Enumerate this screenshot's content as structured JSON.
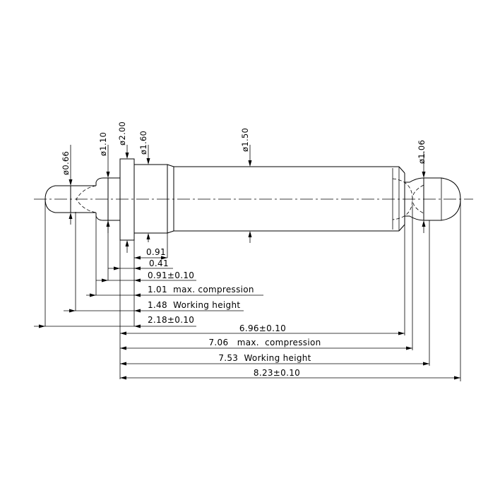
{
  "diameters": {
    "tip_plunger": "ø0.66",
    "rear_shoulder": "ø1.10",
    "flange": "ø2.00",
    "neck": "ø1.60",
    "barrel": "ø1.50",
    "front_plunger": "ø1.06"
  },
  "lengths": {
    "neck_length": "0.91",
    "flange_thickness": "0.41",
    "rear_stroke": "0.91±0.10",
    "rear_max_compression": "1.01  max. compression",
    "rear_working_height": "1.48  Working height",
    "rear_total": "2.18±0.10",
    "barrel_length": "6.96±0.10",
    "front_max_compression": "7.06   max.  compression",
    "front_working_height": "7.53  Working height",
    "overall_length": "8.23±0.10"
  }
}
